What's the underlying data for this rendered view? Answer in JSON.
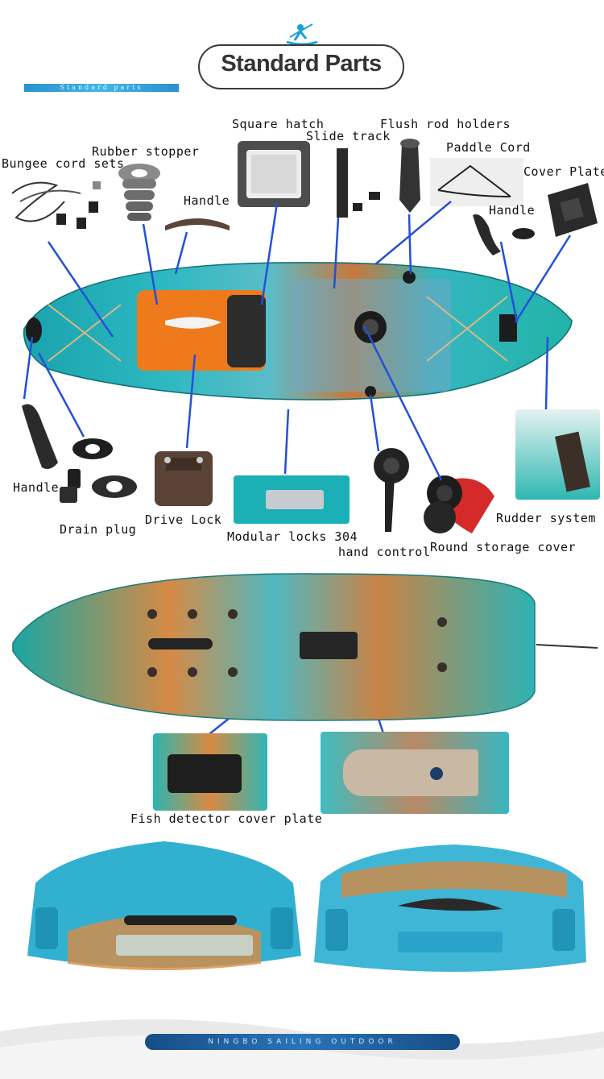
{
  "header": {
    "title": "Standard Parts",
    "subtitle": "Standard parts"
  },
  "labels": {
    "square_hatch": "Square hatch",
    "slide_track": "Slide track",
    "flush_rod_holders": "Flush rod holders",
    "rubber_stopper": "Rubber stopper",
    "paddle_cord": "Paddle Cord",
    "bungee_cord_sets": "Bungee cord sets",
    "cover_plate": "Cover Plate",
    "handle_top": "Handle",
    "handle_right": "Handle",
    "handle_left": "Handle",
    "drain_plug": "Drain plug",
    "drive_lock": "Drive Lock",
    "modular_locks": "Modular locks 304",
    "hand_control": "hand control",
    "rudder_system": "Rudder system",
    "round_storage_cover": "Round storage cover",
    "fish_detector_cover_plate": "Fish detector cover plate"
  },
  "footer": {
    "text": "NINGBO SAILING OUTDOOR"
  },
  "colors": {
    "teal": "#1fb0b8",
    "orange": "#e0741e",
    "leader_line": "#2450d8",
    "footer_bar": "#1c5f9f"
  }
}
